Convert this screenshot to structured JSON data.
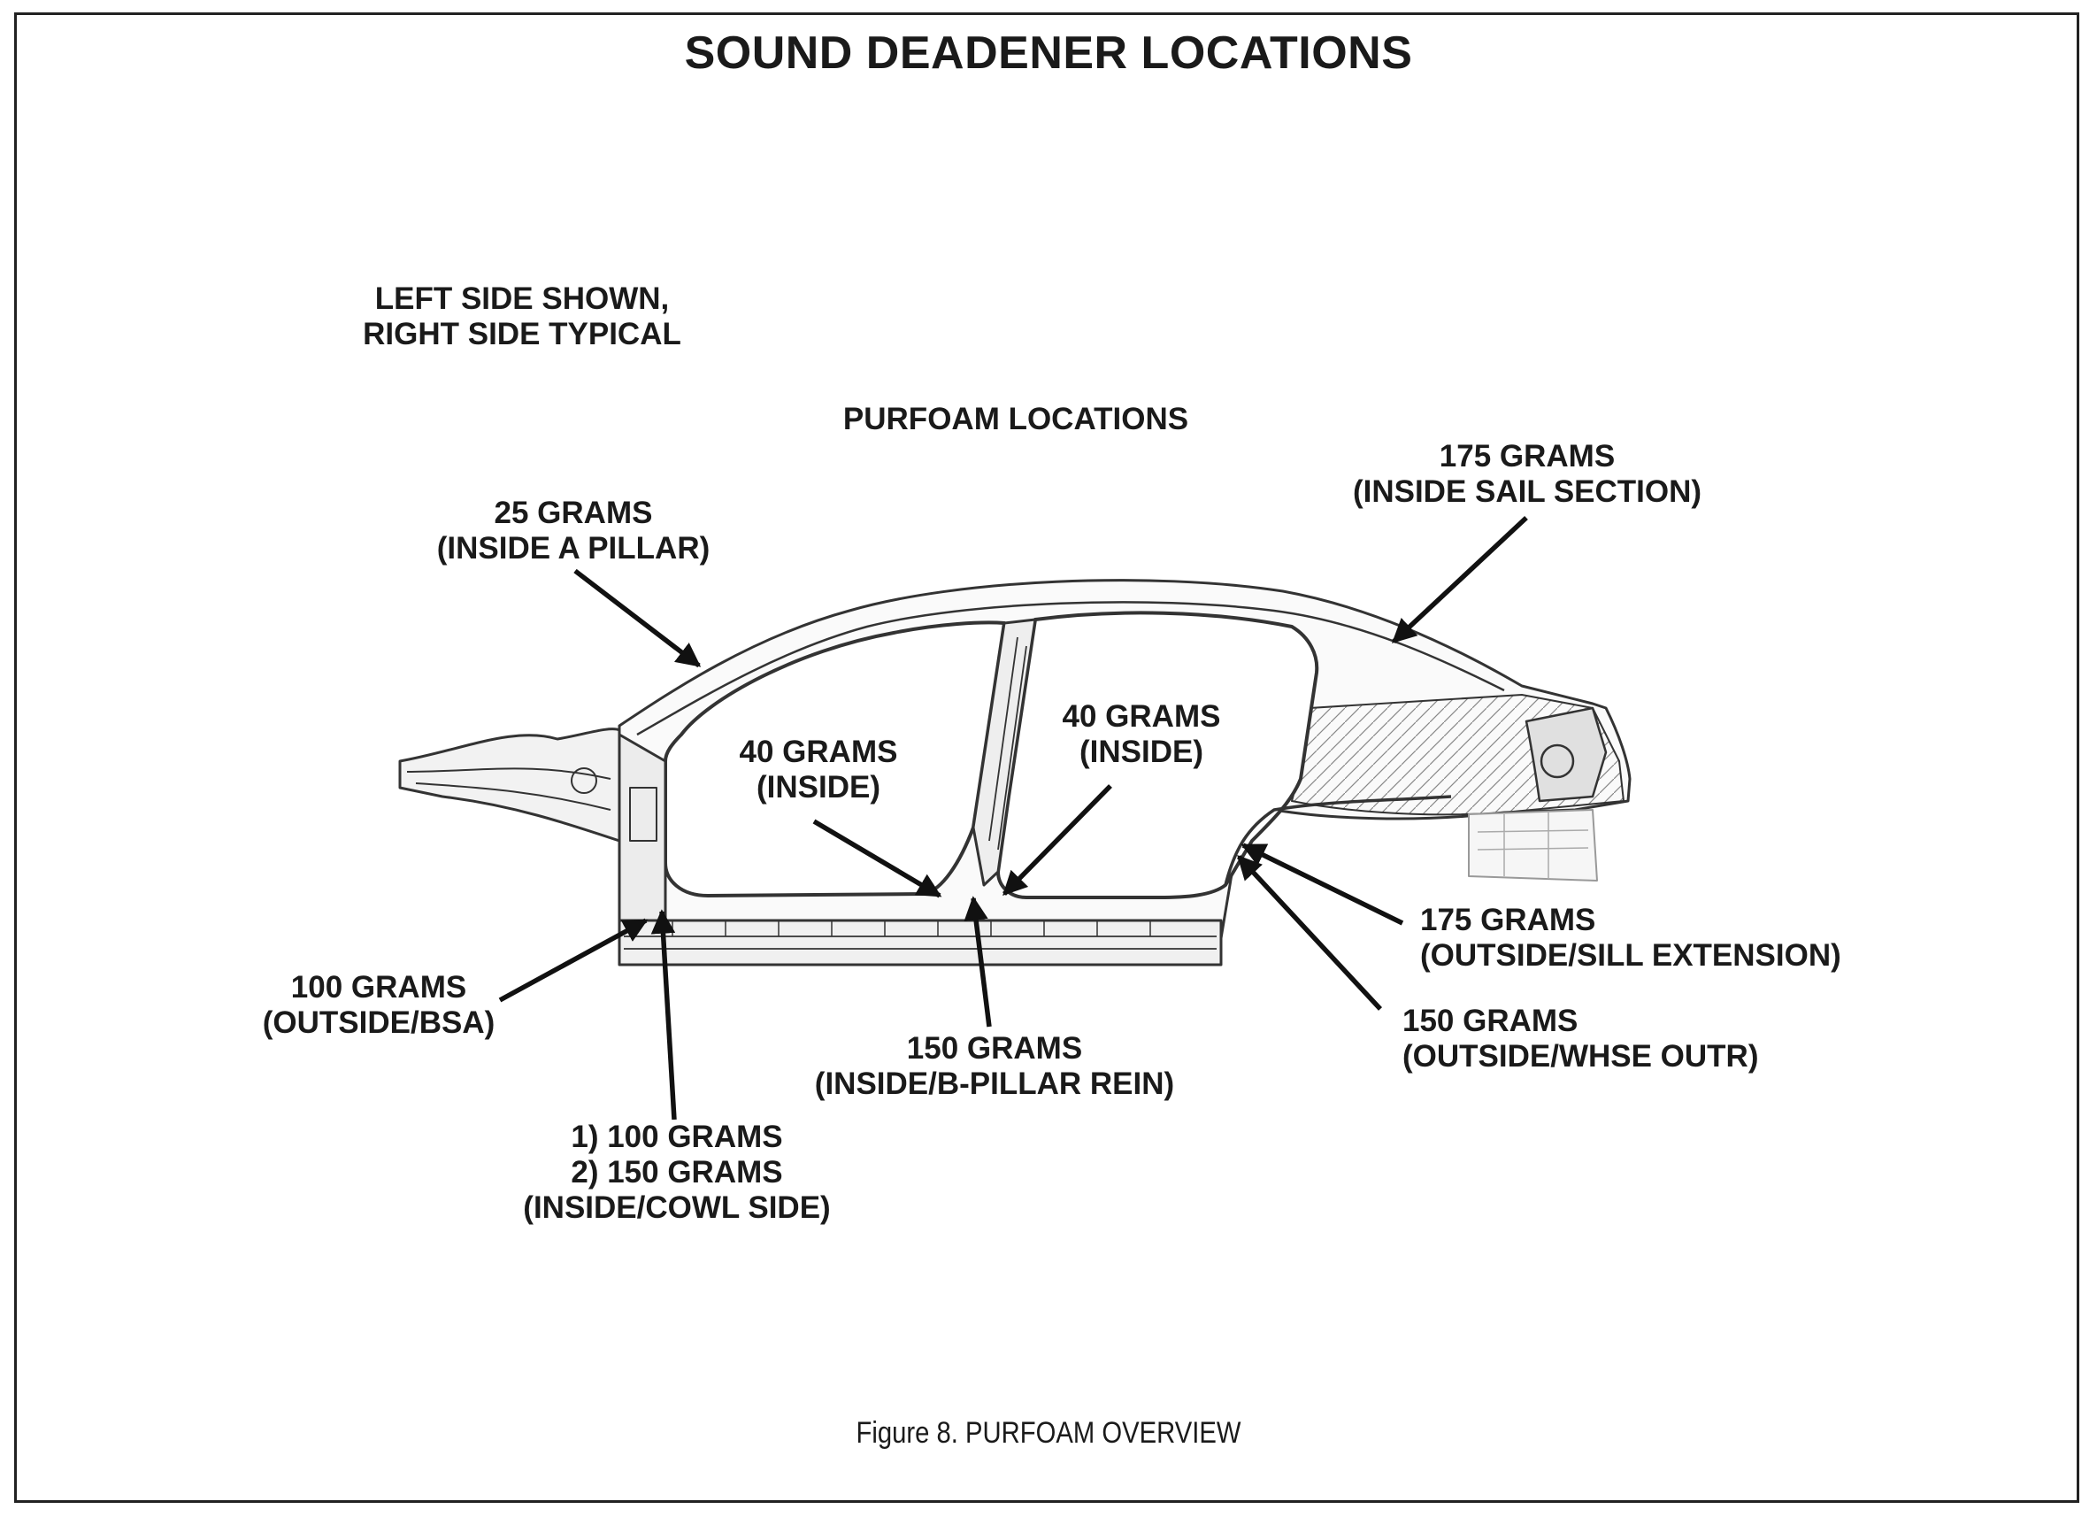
{
  "title": "SOUND DEADENER LOCATIONS",
  "note": {
    "line1": "LEFT SIDE SHOWN,",
    "line2": "RIGHT SIDE TYPICAL"
  },
  "subtitle": "PURFOAM LOCATIONS",
  "callouts": {
    "a_pillar": {
      "line1": "25 GRAMS",
      "line2": "(INSIDE A PILLAR)"
    },
    "sail": {
      "line1": "175 GRAMS",
      "line2": "(INSIDE SAIL SECTION)"
    },
    "front_inside": {
      "line1": "40 GRAMS",
      "line2": "(INSIDE)"
    },
    "rear_inside": {
      "line1": "40 GRAMS",
      "line2": "(INSIDE)"
    },
    "sill_ext": {
      "line1": "175 GRAMS",
      "line2": "(OUTSIDE/SILL EXTENSION)"
    },
    "bsa": {
      "line1": "100 GRAMS",
      "line2": "(OUTSIDE/BSA)"
    },
    "b_pillar": {
      "line1": "150 GRAMS",
      "line2": "(INSIDE/B-PILLAR REIN)"
    },
    "whse": {
      "line1": "150 GRAMS",
      "line2": "(OUTSIDE/WHSE OUTR)"
    },
    "cowl": {
      "line1": "1) 100 GRAMS",
      "line2": "2) 150 GRAMS",
      "line3": "(INSIDE/COWL SIDE)"
    }
  },
  "caption": "Figure 8.  PURFOAM OVERVIEW"
}
